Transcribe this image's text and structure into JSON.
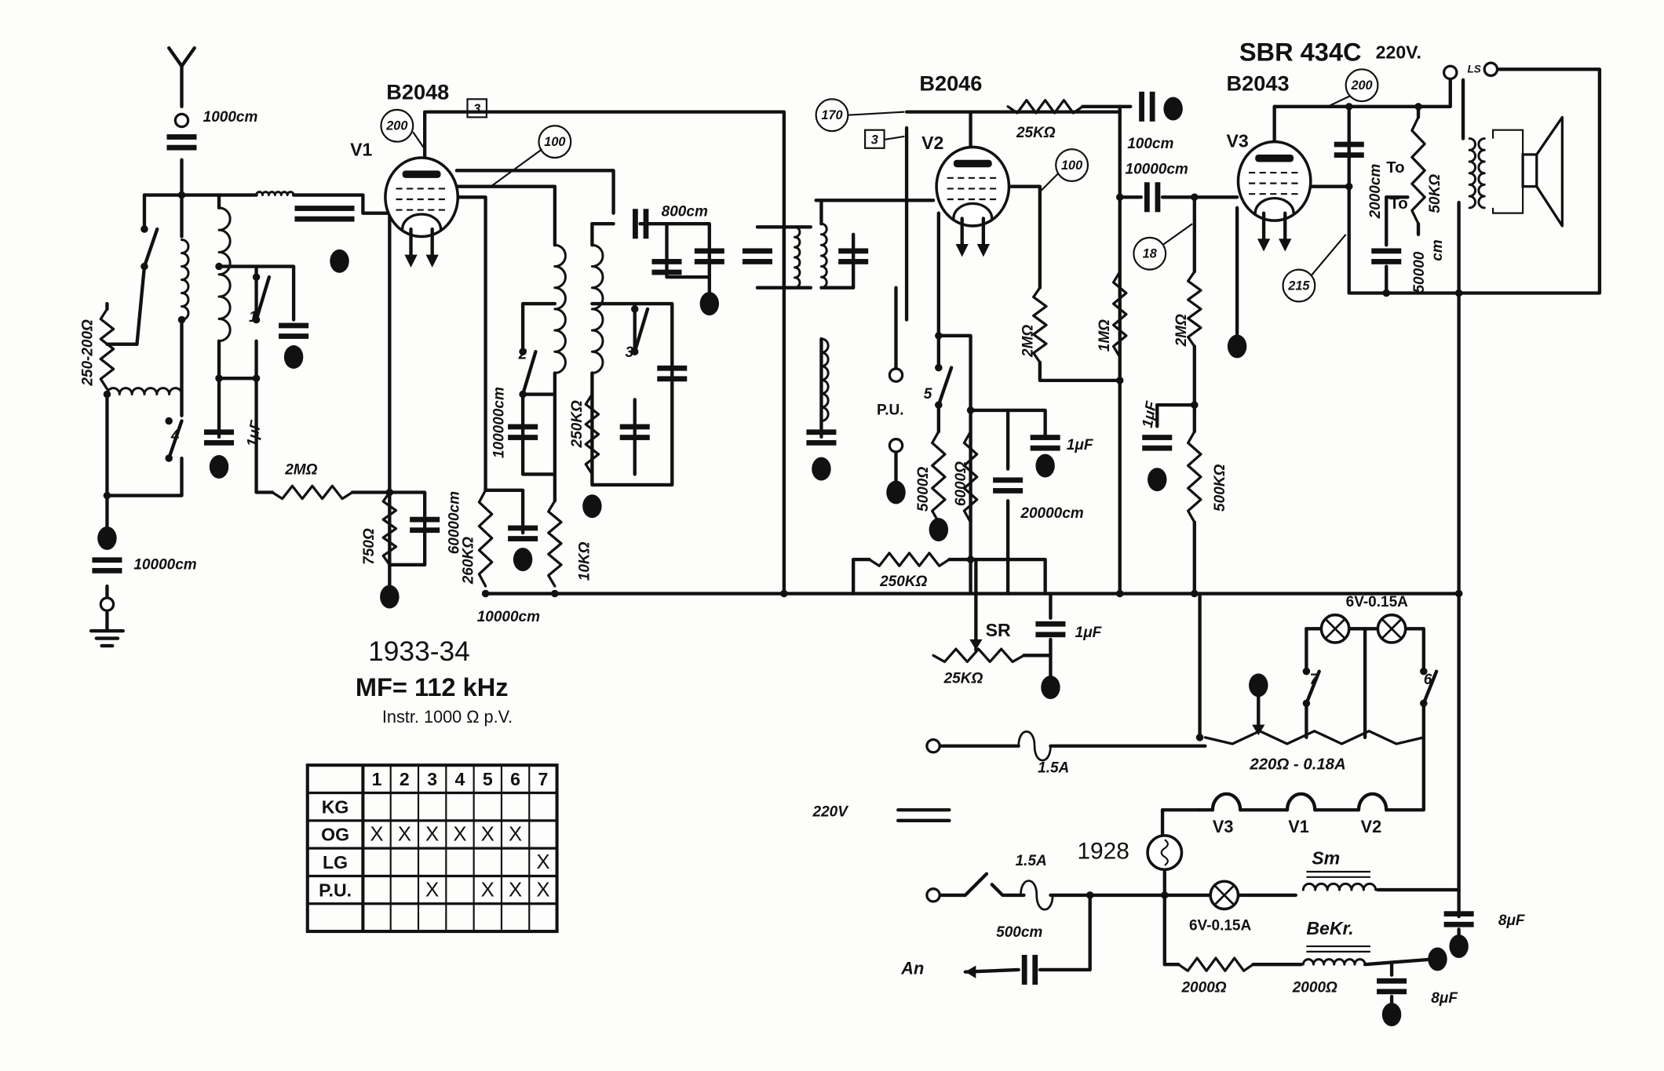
{
  "title": {
    "model": "SBR 434C",
    "voltage": "220V."
  },
  "tubes": {
    "v1": {
      "type": "B2048",
      "label": "V1"
    },
    "v2": {
      "type": "B2046",
      "label": "V2"
    },
    "v3": {
      "type": "B2043",
      "label": "V3"
    }
  },
  "voltage_tags": {
    "t200a": "200",
    "t100a": "100",
    "t170": "170",
    "t100b": "100",
    "t200b": "200",
    "t18": "18",
    "t215": "215",
    "box3a": "3",
    "box3b": "3"
  },
  "labels": {
    "c_1000cm": "1000cm",
    "r_250_200": "250-200Ω",
    "c_10000cm_ant": "10000cm",
    "c_1uF_a": "1μF",
    "r_2M_a": "2MΩ",
    "r_750": "750Ω",
    "c_60000": "60000cm",
    "r_260K": "260KΩ",
    "c_100000": "100000cm",
    "r_250K_a": "250KΩ",
    "r_10K": "10KΩ",
    "c_10000cm_bus": "10000cm",
    "c_800cm": "800cm",
    "r_25K": "25KΩ",
    "c_100cm": "100cm",
    "c_10000cm_b": "10000cm",
    "r_2M_b": "2MΩ",
    "r_1M": "1MΩ",
    "r_2M_c": "2MΩ",
    "c_1uF_b": "1μF",
    "r_500K": "500KΩ",
    "r_5000": "5000Ω",
    "r_6000": "6000Ω",
    "c_1uF_c": "1μF",
    "c_20000": "20000cm",
    "r_250K_b": "250KΩ",
    "c_2000cm": "2000cm",
    "to1": "To",
    "to2": "To",
    "r_50K": "50KΩ",
    "c_50000": "50000",
    "c_50000_unit": "cm",
    "ls": "LS",
    "pu": "P.U.",
    "sr": "SR",
    "c_1uF_d": "1μF",
    "r_25K_b": "25KΩ",
    "lamp_a": "6V-0.15A",
    "fuse_a": "1.5A",
    "r_220": "220Ω - 0.18A",
    "mains": "220V",
    "fil_v3": "V3",
    "fil_v1": "V1",
    "fil_v2": "V2",
    "thermistor": "1928",
    "fuse_b": "1.5A",
    "choke_sm": "Sm",
    "lamp_b": "6V-0.15A",
    "choke_bekr": "BeKr.",
    "c_500": "500cm",
    "an": "An",
    "r_2000a": "2000Ω",
    "r_2000b": "2000Ω",
    "c_8uF_a": "8μF",
    "c_8uF_b": "8μF"
  },
  "switches": [
    "1",
    "2",
    "3",
    "4",
    "5",
    "6",
    "7"
  ],
  "notes": {
    "year": "1933-34",
    "if": "MF= 112 kHz",
    "instr": "Instr. 1000 Ω p.V."
  },
  "switch_table": {
    "columns": [
      "1",
      "2",
      "3",
      "4",
      "5",
      "6",
      "7"
    ],
    "rows": [
      {
        "label": "KG",
        "marks": [
          "",
          "",
          "",
          "",
          "",
          "",
          ""
        ]
      },
      {
        "label": "OG",
        "marks": [
          "X",
          "X",
          "X",
          "X",
          "X",
          "X",
          ""
        ]
      },
      {
        "label": "LG",
        "marks": [
          "",
          "",
          "",
          "",
          "",
          "",
          "X"
        ]
      },
      {
        "label": "P.U.",
        "marks": [
          "",
          "",
          "X",
          "",
          "X",
          "X",
          "X"
        ]
      },
      {
        "label": "",
        "marks": [
          "",
          "",
          "",
          "",
          "",
          "",
          ""
        ]
      }
    ]
  }
}
